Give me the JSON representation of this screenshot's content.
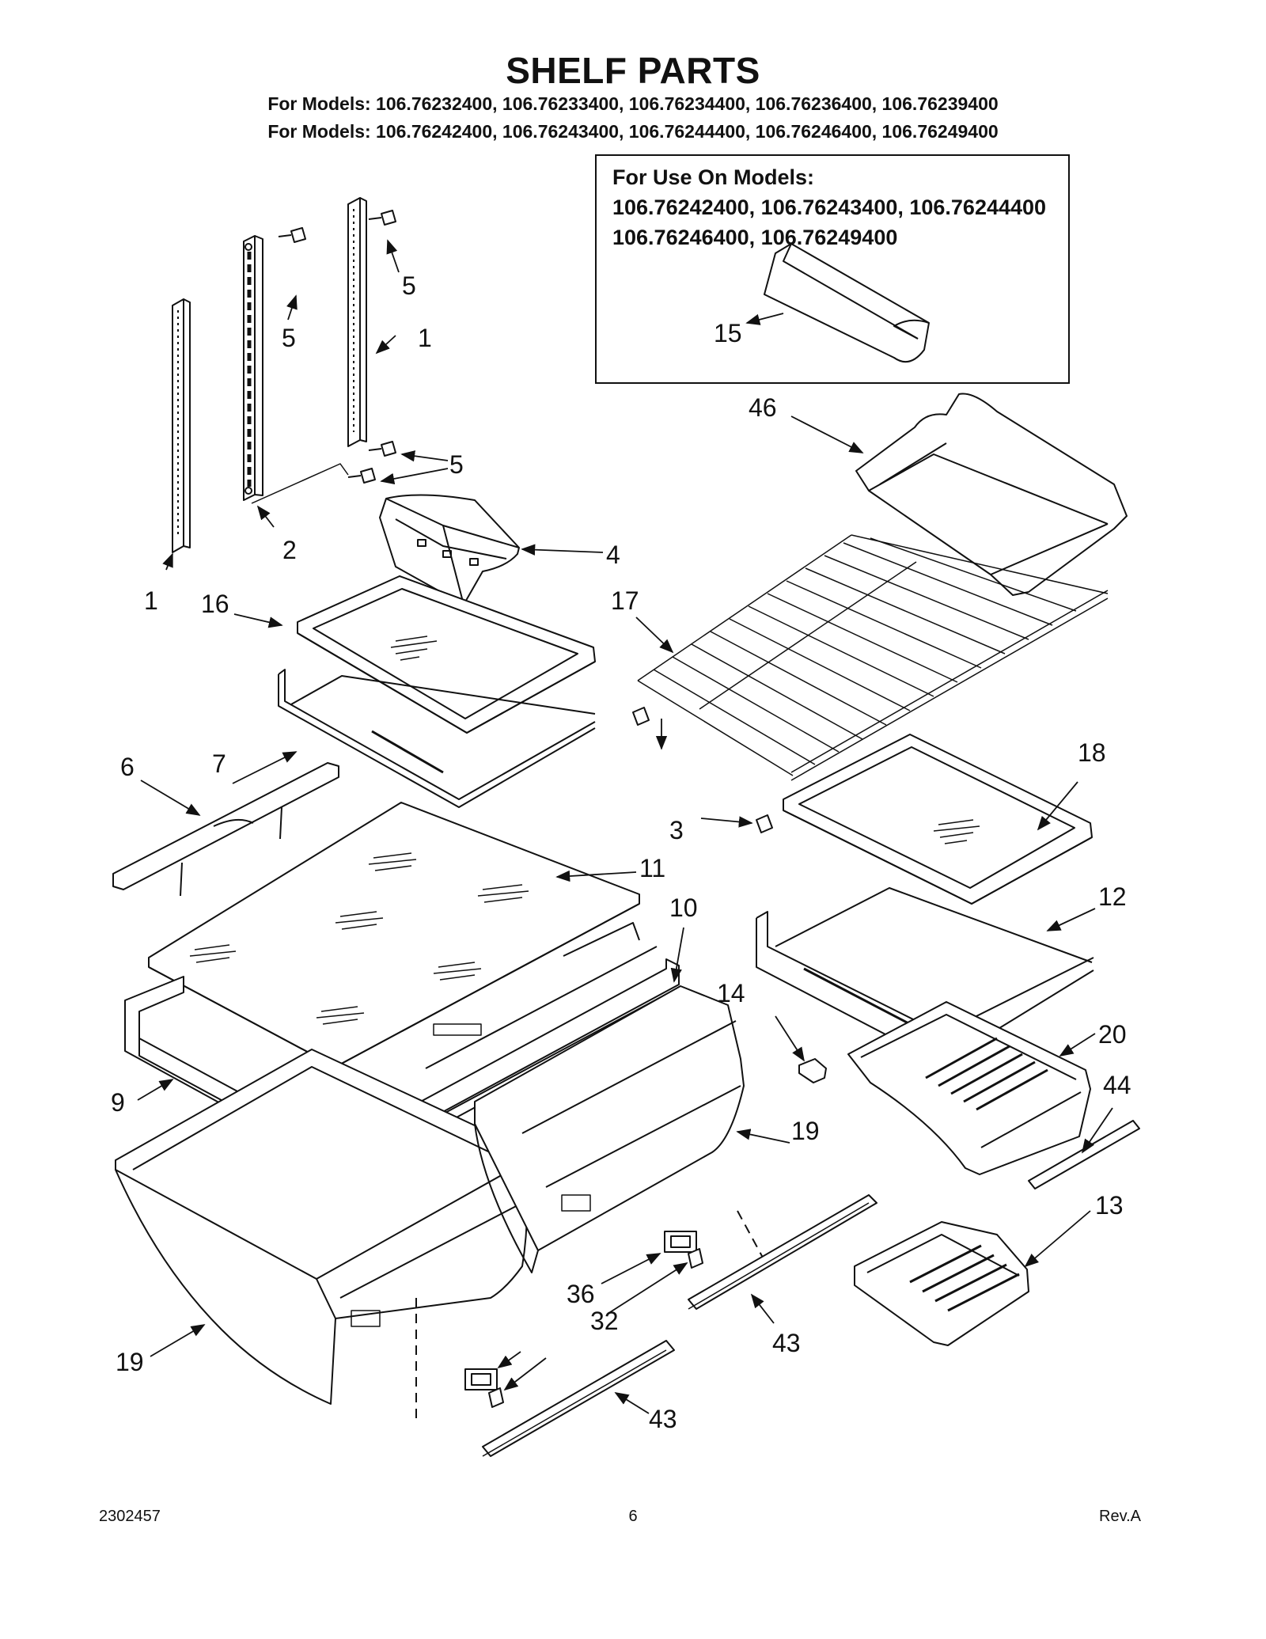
{
  "header": {
    "title": "SHELF PARTS",
    "models_line_1": "For Models: 106.76232400, 106.76233400, 106.76234400, 106.76236400, 106.76239400",
    "models_line_2": "For Models: 106.76242400, 106.76243400, 106.76244400, 106.76246400, 106.76249400"
  },
  "inset": {
    "heading": "For Use On Models:",
    "models_line_1": "106.76242400, 106.76243400, 106.76244400",
    "models_line_2": "106.76246400, 106.76249400"
  },
  "callouts": {
    "c1a": "1",
    "c1b": "1",
    "c2": "2",
    "c3": "3",
    "c4": "4",
    "c5a": "5",
    "c5b": "5",
    "c5c": "5",
    "c6": "6",
    "c7": "7",
    "c9": "9",
    "c10": "10",
    "c11": "11",
    "c12": "12",
    "c13": "13",
    "c14": "14",
    "c15": "15",
    "c16": "16",
    "c17": "17",
    "c18": "18",
    "c19a": "19",
    "c19b": "19",
    "c20": "20",
    "c32": "32",
    "c36": "36",
    "c43a": "43",
    "c43b": "43",
    "c44": "44",
    "c46": "46"
  },
  "footer": {
    "doc_number": "2302457",
    "page_number": "6",
    "revision": "Rev.A"
  }
}
